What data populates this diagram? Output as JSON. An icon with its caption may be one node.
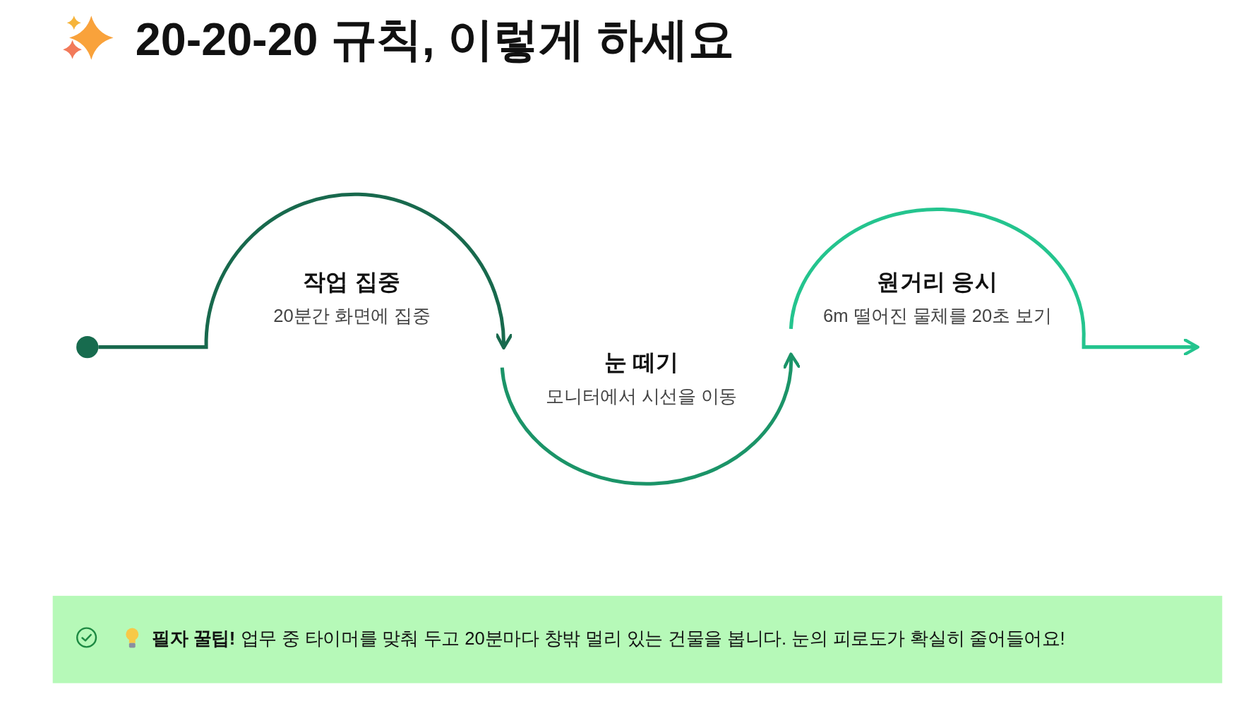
{
  "diagram": {
    "title": "20-20-20 규칙, 이렇게 하세요",
    "nodes": [
      {
        "text": [],
        "shape": "circle"
      },
      {
        "text": [
          "작업 집중",
          "20분간 화면에 집중"
        ]
      },
      {
        "text": [
          "눈 떼기",
          "모니터에서 시선을 이동"
        ]
      },
      {
        "text": [
          "원거리 응시",
          "6m 떨어진 물체를 20초 보기"
        ]
      },
      {
        "text": [
          "**필자 꿀팁!** 업무 중 타이머를 맞춰 두고 20분마다 창밖 멀리 있는 건물을 봅니다. 눈의 피로도가 확실히 줄어들어요!"
        ]
      }
    ],
    "edges": [
      {
        "from": 0,
        "to": 2,
        "arrow": "to",
        "color": "#18694d"
      },
      {
        "from": null,
        "to": 3,
        "arrow": "to",
        "color": "#1b9468"
      },
      {
        "from": 3,
        "to": null,
        "arrow": "to",
        "color": "#24c48e"
      }
    ]
  }
}
